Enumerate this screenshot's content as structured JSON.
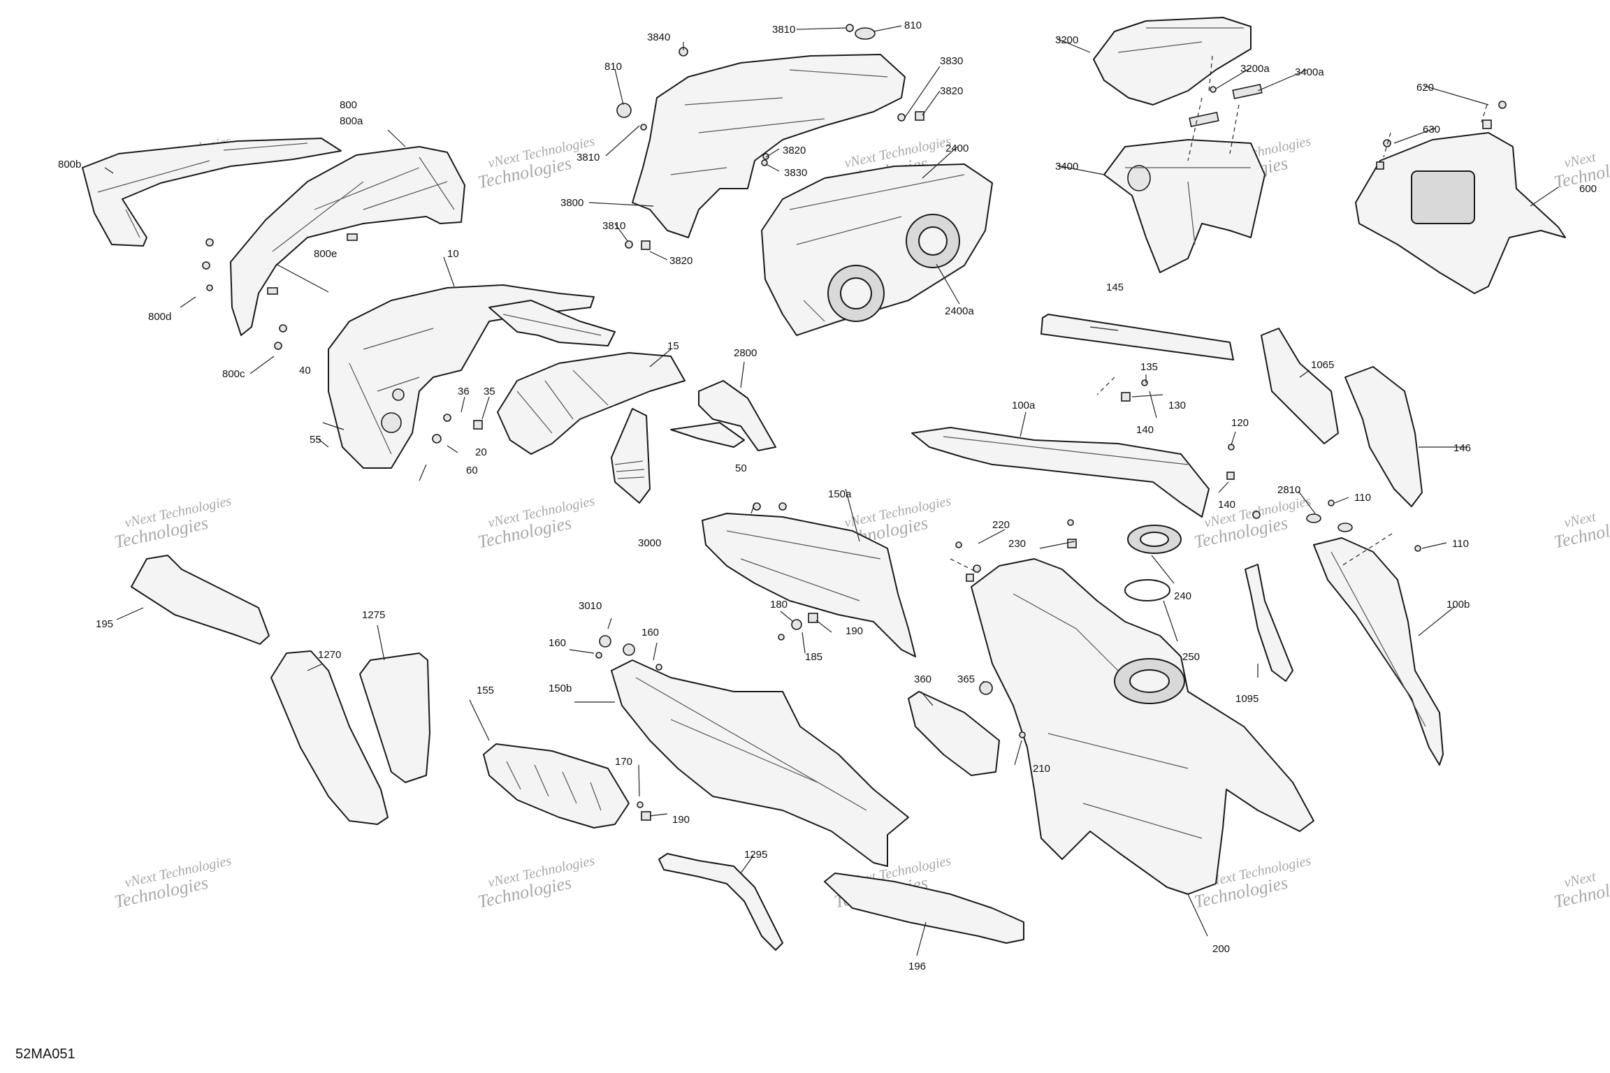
{
  "figure_code": "52MA051",
  "watermark": {
    "line1": "vNext Technologies",
    "line2": "Technologies",
    "small_prefix": "vNext"
  },
  "callouts": {
    "c800": "800",
    "c800a": "800a",
    "c800b": "800b",
    "c800c": "800c",
    "c800d": "800d",
    "c800e": "800e",
    "c10": "10",
    "c15": "15",
    "c20": "20",
    "c35": "35",
    "c36": "36",
    "c40": "40",
    "c50": "50",
    "c55": "55",
    "c60": "60",
    "c100a": "100a",
    "c100b": "100b",
    "c110a": "110",
    "c110b": "110",
    "c120": "120",
    "c130": "130",
    "c135": "135",
    "c140a": "140",
    "c140b": "140",
    "c145": "145",
    "c146": "146",
    "c150a": "150a",
    "c150b": "150b",
    "c155": "155",
    "c160a": "160",
    "c160b": "160",
    "c170": "170",
    "c180": "180",
    "c185": "185",
    "c190a": "190",
    "c190b": "190",
    "c195": "195",
    "c196": "196",
    "c200": "200",
    "c210": "210",
    "c220": "220",
    "c230": "230",
    "c240": "240",
    "c250": "250",
    "c360": "360",
    "c365": "365",
    "c620": "620",
    "c630": "630",
    "c600": "600",
    "c810a": "810",
    "c810b": "810",
    "c1065": "1065",
    "c1095": "1095",
    "c1270": "1270",
    "c1275": "1275",
    "c1295": "1295",
    "c2400": "2400",
    "c2400a": "2400a",
    "c2800": "2800",
    "c2810": "2810",
    "c3000": "3000",
    "c3010": "3010",
    "c3200": "3200",
    "c3200a": "3200a",
    "c3400": "3400",
    "c3400a": "3400a",
    "c3800": "3800",
    "c3810a": "3810",
    "c3810b": "3810",
    "c3810c": "3810",
    "c3820a": "3820",
    "c3820b": "3820",
    "c3820c": "3820",
    "c3830a": "3830",
    "c3830b": "3830",
    "c3840": "3840"
  }
}
